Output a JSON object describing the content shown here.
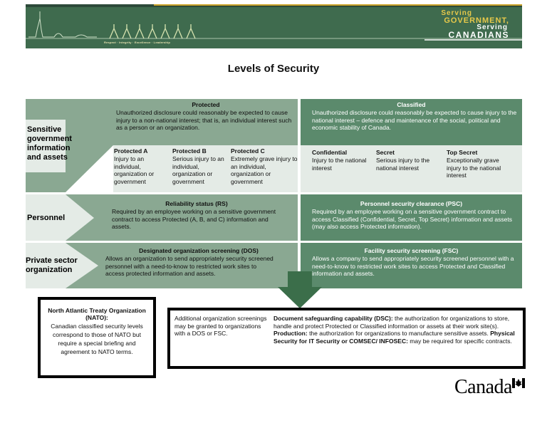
{
  "banner": {
    "values": "Respect · Integrity · Excellence · Leadership",
    "serving_1": "Serving",
    "serving_2": "GOVERNMENT,",
    "serving_3": "Serving",
    "serving_4": "CANADIANS"
  },
  "title": "Levels of Security",
  "rows": {
    "sensitive": "Sensitive government information and assets",
    "personnel": "Personnel",
    "private": "Private sector organization"
  },
  "protected": {
    "heading": "Protected",
    "desc": "Unauthorized disclosure could reasonably be expected to cause injury to a non-national interest; that is, an individual interest such as a person or an organization.",
    "a_title": "Protected A",
    "a_desc": "Injury to an individual, organization or government",
    "b_title": "Protected B",
    "b_desc": "Serious injury to an individual, organization or government",
    "c_title": "Protected C",
    "c_desc": "Extremely grave injury to an individual, organization or government"
  },
  "classified": {
    "heading": "Classified",
    "desc": "Unauthorized disclosure could reasonably be expected to cause injury to the national interest – defence and maintenance of the social, political and economic stability of Canada.",
    "conf_title": "Confidential",
    "conf_desc": "Injury to the national interest",
    "secret_title": "Secret",
    "secret_desc": "Serious injury to the national interest",
    "ts_title": "Top Secret",
    "ts_desc": "Exceptionally grave injury to the national interest"
  },
  "rs": {
    "heading": "Reliability status (RS)",
    "desc": "Required by an employee working on a sensitive government contract to access Protected (A, B, and C) information and assets."
  },
  "psc": {
    "heading": "Personnel security clearance (PSC)",
    "desc": "Required by an employee working on a sensitive government contract to access Classified (Confidential, Secret, Top Secret) information and assets (may also access Protected information)."
  },
  "dos": {
    "heading": "Designated organization screening (DOS)",
    "desc": "Allows an organization to send appropriately security screened personnel with a need-to-know to restricted work sites to access protected information and assets."
  },
  "fsc": {
    "heading": "Facility security screening (FSC)",
    "desc": "Allows a company to send appropriately security screened personnel with a need-to-know to restricted work sites to access Protected and Classified information and assets."
  },
  "nato": {
    "heading": "North Atlantic Treaty Organization (NATO):",
    "desc": "Canadian classified security levels correspond to those of NATO but require a special briefing and agreement to NATO terms."
  },
  "additional": {
    "left": "Additional organization screenings may be granted to organizations with a DOS or FSC.",
    "dsc_label": "Document safeguarding capability (DSC):",
    "dsc_text": " the authorization for organizations to store, handle and protect Protected or Classified information or assets at their work site(s). ",
    "prod_label": "Production:",
    "prod_text": " the authorization for organizations to manufacture sensitive assets. ",
    "phys_label": "Physical Security for IT Security or COMSEC/ INFOSEC:",
    "phys_text": " may be required for specific contracts."
  },
  "wordmark": "Canada",
  "colors": {
    "protected_green": "#8aa892",
    "classified_green": "#5b8a6c",
    "light_row": "#e4ebe6",
    "arrow_green": "#3b6e4a",
    "banner_green": "#3f6b4e",
    "gold": "#e7c94a"
  }
}
